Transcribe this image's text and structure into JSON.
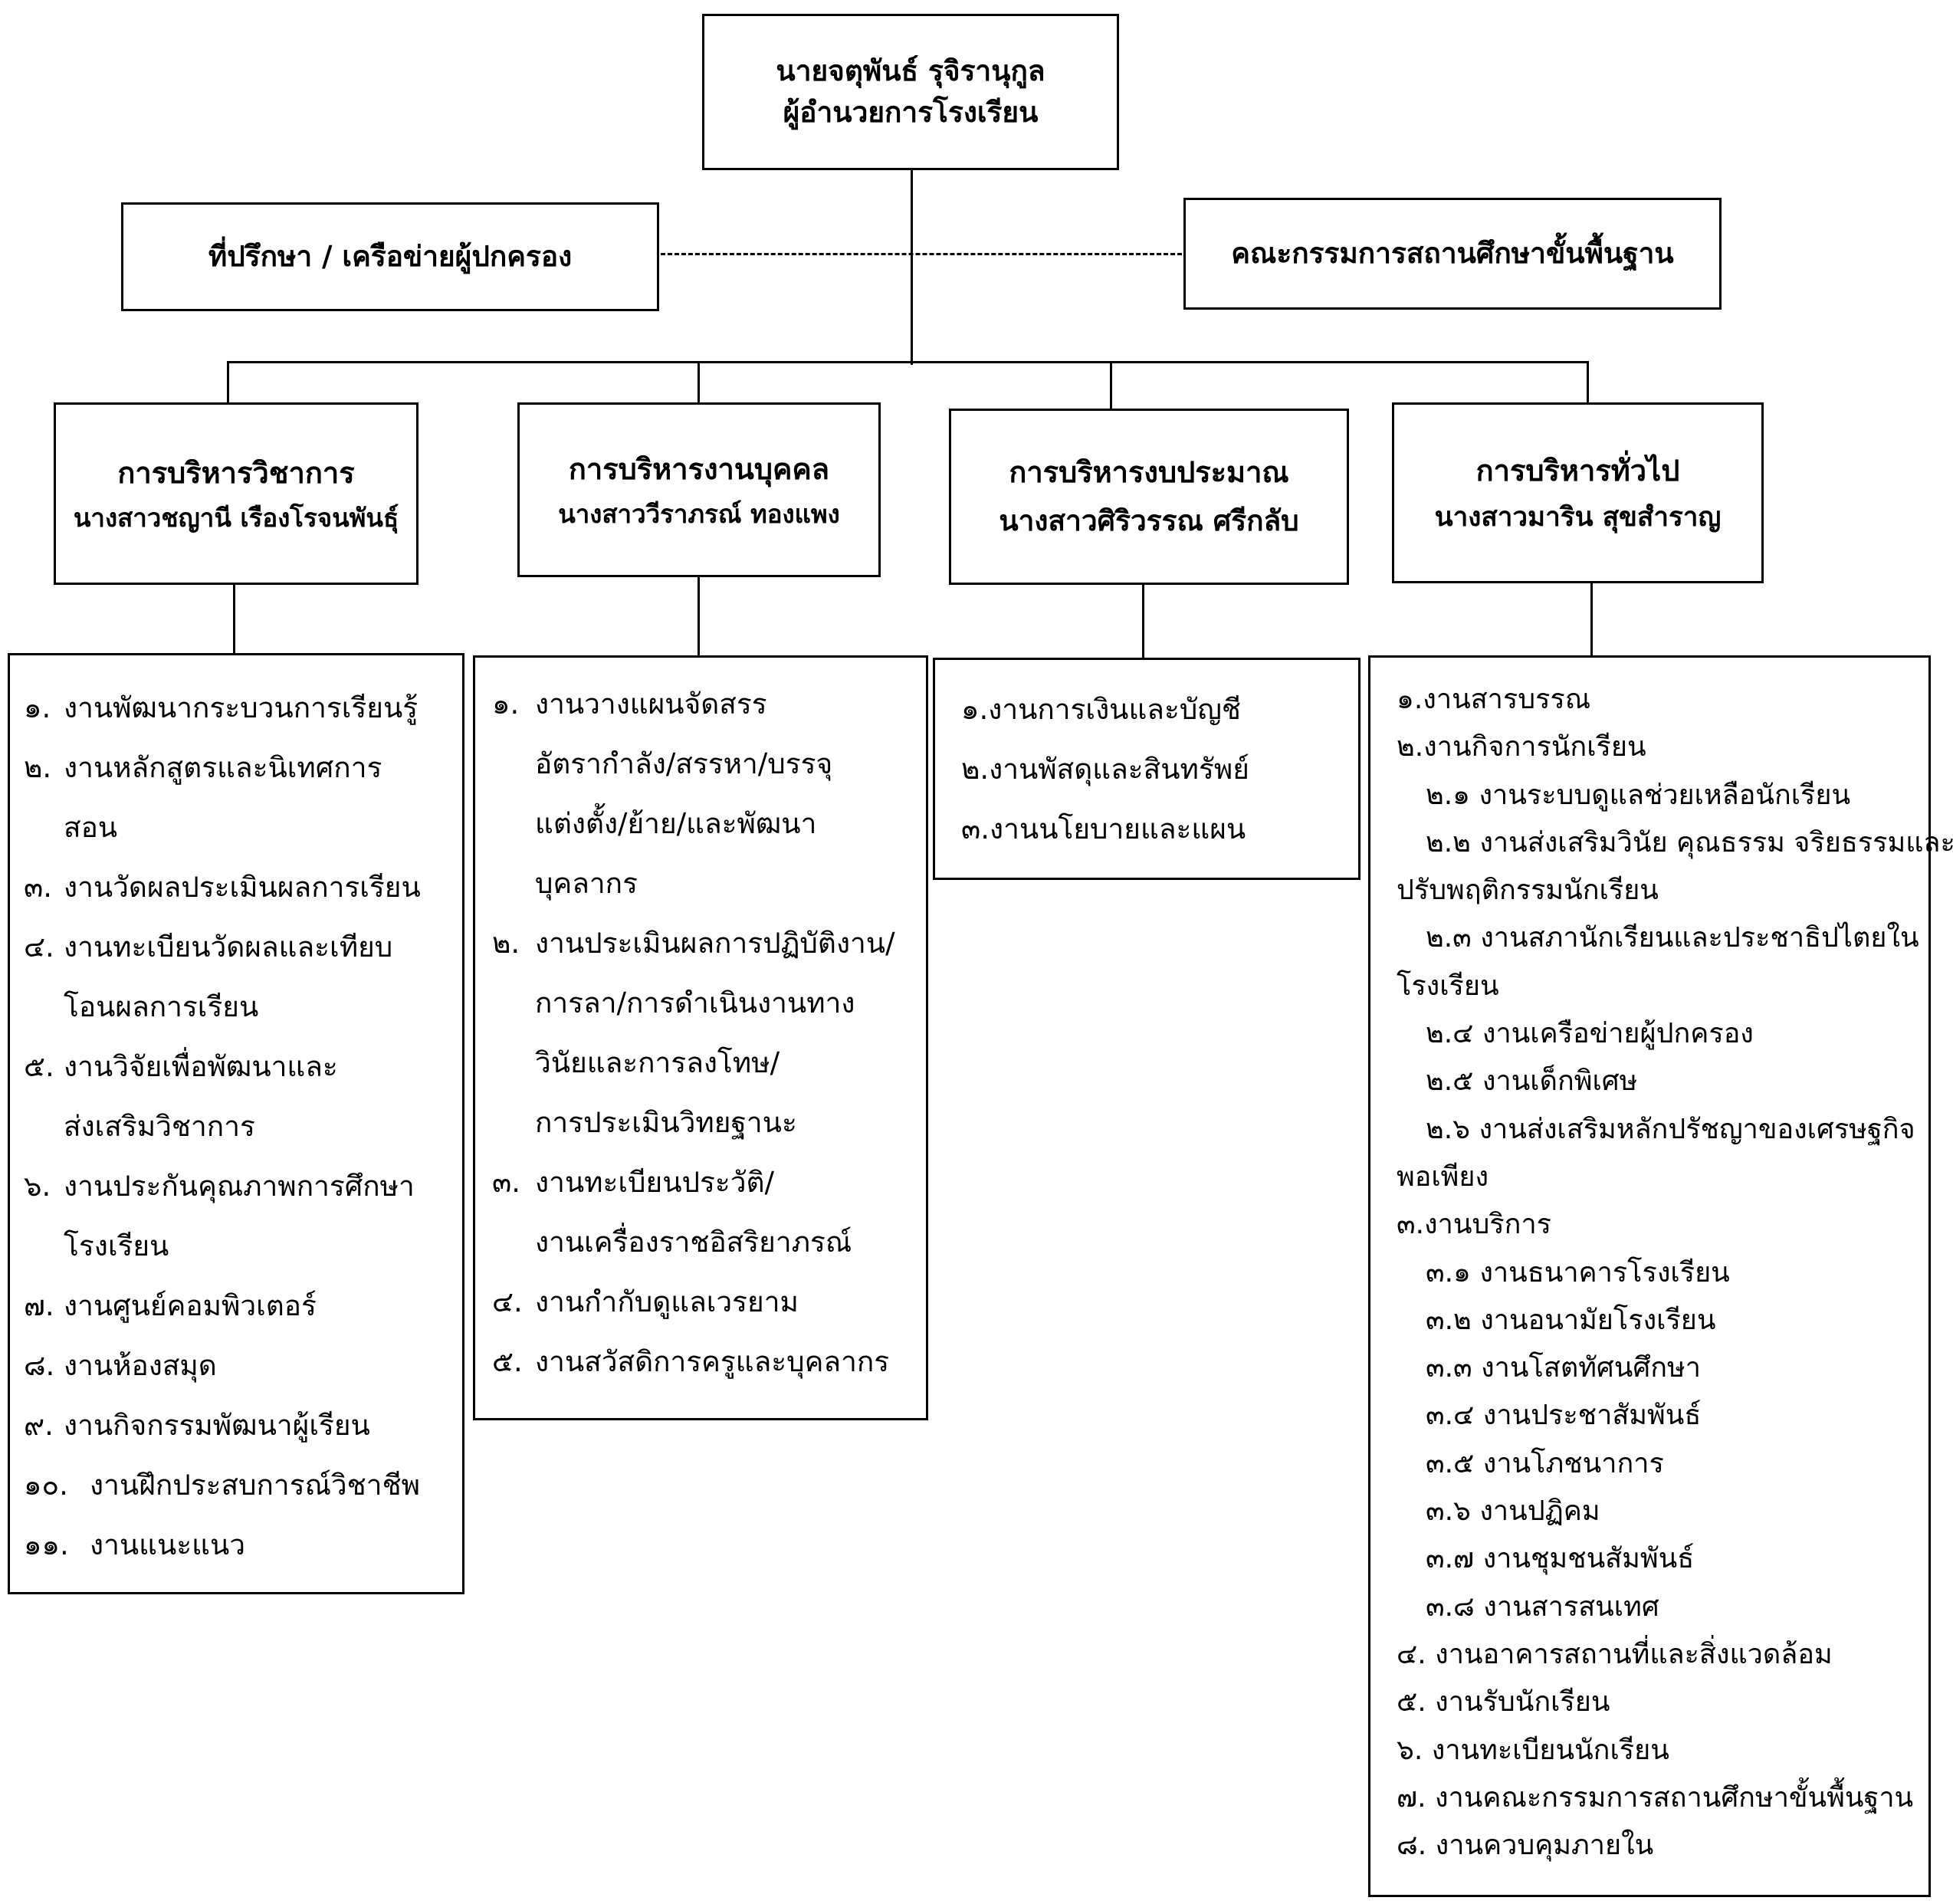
{
  "director": {
    "name": "นายจตุพันธ์  รุจิรานุกูล",
    "title": "ผู้อำนวยการโรงเรียน"
  },
  "advisors": "ที่ปรึกษา / เครือข่ายผู้ปกครอง",
  "committee": "คณะกรรมการสถานศึกษาขั้นพื้นฐาน",
  "departments": [
    {
      "title": "การบริหารวิชาการ",
      "head": "นางสาวชญานี เรืองโรจนพันธุ์"
    },
    {
      "title": "การบริหารงานบุคคล",
      "head": "นางสาววีราภรณ์  ทองแพง"
    },
    {
      "title": "การบริหารงบประมาณ",
      "head": "นางสาวศิริวรรณ  ศรีกลับ"
    },
    {
      "title": "การบริหารทั่วไป",
      "head": "นางสาวมาริน  สุขสำราญ"
    }
  ],
  "academic_tasks": [
    {
      "num": "๑.",
      "lines": [
        "งานพัฒนากระบวนการเรียนรู้"
      ]
    },
    {
      "num": "๒.",
      "lines": [
        "งานหลักสูตรและนิเทศการ",
        "สอน"
      ]
    },
    {
      "num": "๓.",
      "lines": [
        "งานวัดผลประเมินผลการเรียน"
      ]
    },
    {
      "num": "๔.",
      "lines": [
        "งานทะเบียนวัดผลและเทียบ",
        "โอนผลการเรียน"
      ]
    },
    {
      "num": "๕.",
      "lines": [
        "งานวิจัยเพื่อพัฒนาและ",
        "ส่งเสริมวิชาการ"
      ]
    },
    {
      "num": "๖.",
      "lines": [
        "งานประกันคุณภาพการศึกษา",
        "โรงเรียน"
      ]
    },
    {
      "num": "๗.",
      "lines": [
        "งานศูนย์คอมพิวเตอร์"
      ]
    },
    {
      "num": "๘.",
      "lines": [
        "งานห้องสมุด"
      ]
    },
    {
      "num": "๙.",
      "lines": [
        "งานกิจกรรมพัฒนาผู้เรียน"
      ]
    },
    {
      "num": "๑๐.",
      "lines": [
        "งานฝึกประสบการณ์วิชาชีพ"
      ]
    },
    {
      "num": "๑๑.",
      "lines": [
        "งานแนะแนว"
      ]
    }
  ],
  "personnel_tasks": [
    {
      "num": "๑.",
      "lines": [
        "งานวางแผนจัดสรร",
        "อัตรากำลัง/สรรหา/บรรจุ",
        "แต่งตั้ง/ย้าย/และพัฒนา",
        "บุคลากร"
      ]
    },
    {
      "num": "๒.",
      "lines": [
        "งานประเมินผลการปฏิบัติงาน/",
        "การลา/การดำเนินงานทาง",
        "วินัยและการลงโทษ/",
        "การประเมินวิทยฐานะ"
      ]
    },
    {
      "num": "๓.",
      "lines": [
        "งานทะเบียนประวัติ/",
        "งานเครื่องราชอิสริยาภรณ์"
      ]
    },
    {
      "num": "๔.",
      "lines": [
        "งานกำกับดูแลเวรยาม"
      ]
    },
    {
      "num": "๕.",
      "lines": [
        "งานสวัสดิการครูและบุคลากร"
      ]
    }
  ],
  "budget_tasks": [
    "๑.งานการเงินและบัญชี",
    "๒.งานพัสดุและสินทรัพย์",
    "๓.งานนโยบายและแผน"
  ],
  "general_tasks": [
    {
      "text": "๑.งานสารบรรณ",
      "indent": false
    },
    {
      "text": "๒.งานกิจการนักเรียน",
      "indent": false
    },
    {
      "text": "๒.๑ งานระบบดูแลช่วยเหลือนักเรียน",
      "indent": true
    },
    {
      "text": "๒.๒ งานส่งเสริมวินัย คุณธรรม จริยธรรมและ",
      "indent": true
    },
    {
      "text": "ปรับพฤติกรรมนักเรียน",
      "indent": false
    },
    {
      "text": "๒.๓ งานสภานักเรียนและประชาธิปไตยใน",
      "indent": true
    },
    {
      "text": "โรงเรียน",
      "indent": false
    },
    {
      "text": "๒.๔ งานเครือข่ายผู้ปกครอง",
      "indent": true
    },
    {
      "text": "๒.๕ งานเด็กพิเศษ",
      "indent": true
    },
    {
      "text": "๒.๖ งานส่งเสริมหลักปรัชญาของเศรษฐกิจ",
      "indent": true
    },
    {
      "text": "พอเพียง",
      "indent": false
    },
    {
      "text": "๓.งานบริการ",
      "indent": false
    },
    {
      "text": "๓.๑ งานธนาคารโรงเรียน",
      "indent": true
    },
    {
      "text": "๓.๒ งานอนามัยโรงเรียน",
      "indent": true
    },
    {
      "text": "๓.๓ งานโสตทัศนศึกษา",
      "indent": true
    },
    {
      "text": "๓.๔ งานประชาสัมพันธ์",
      "indent": true
    },
    {
      "text": "๓.๕ งานโภชนาการ",
      "indent": true
    },
    {
      "text": "๓.๖ งานปฏิคม",
      "indent": true
    },
    {
      "text": "๓.๗ งานชุมชนสัมพันธ์",
      "indent": true
    },
    {
      "text": "๓.๘ งานสารสนเทศ",
      "indent": true
    },
    {
      "text": "๔. งานอาคารสถานที่และสิ่งแวดล้อม",
      "indent": false
    },
    {
      "text": "๕. งานรับนักเรียน",
      "indent": false
    },
    {
      "text": "๖. งานทะเบียนนักเรียน",
      "indent": false
    },
    {
      "text": "๗. งานคณะกรรมการสถานศึกษาขั้นพื้นฐาน",
      "indent": false
    },
    {
      "text": "๘. งานควบคุมภายใน",
      "indent": false
    }
  ]
}
